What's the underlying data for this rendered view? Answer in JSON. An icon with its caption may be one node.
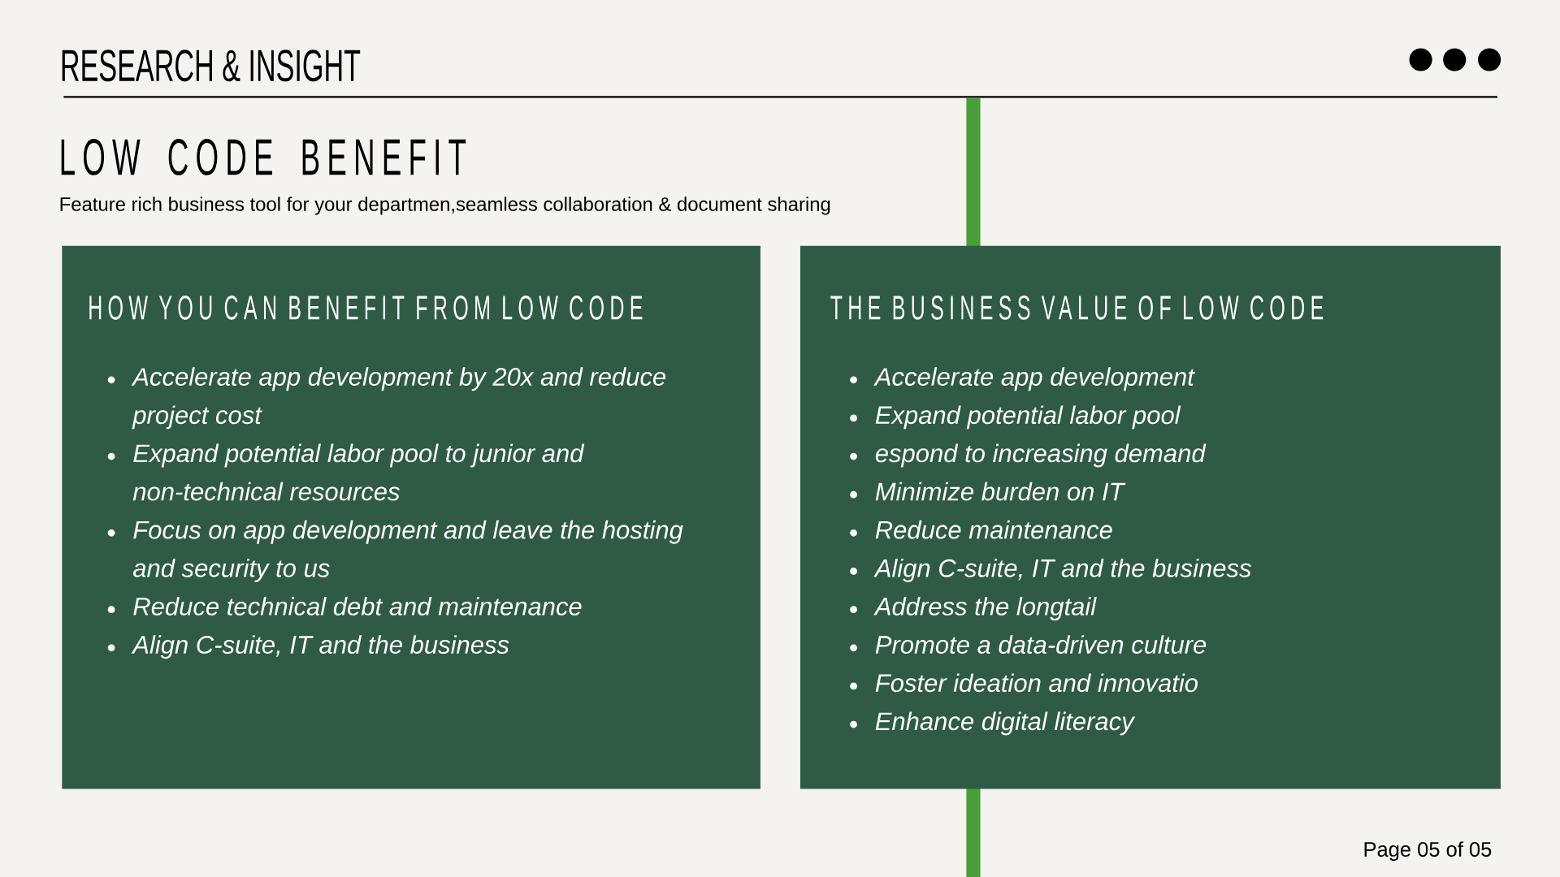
{
  "diagram": {
    "title": "LOW CODE BENEFIT",
    "nodes": [
      {
        "text": [
          "HOW YOU CAN BENEFIT FROM LOW CODE",
          "Accelerate app development by 20x and reduce project cost",
          "Expand potential labor pool to junior and non-technical resources",
          "Focus on app development and leave the hosting and security to us",
          "Reduce technical debt and maintenance",
          "Align C-suite, IT and the business"
        ]
      },
      {
        "text": [
          "THE BUSINESS VALUE OF LOW CODE",
          "Accelerate app development",
          "Expand potential labor pool",
          "espond to increasing demand",
          "Minimize burden on IT",
          "Reduce maintenance",
          "Align C-suite, IT and the business",
          "Address the longtail",
          "Promote a data-driven culture",
          "Foster ideation and innovatio",
          "Enhance digital literacy"
        ]
      },
      {
        "text": [],
        "shape": "bar"
      }
    ],
    "edges": [],
    "labels": [
      "RESEARCH & INSIGHT",
      "Feature rich business tool for your departmen,seamless collaboration & document sharing",
      "Page 05 of 05"
    ]
  }
}
